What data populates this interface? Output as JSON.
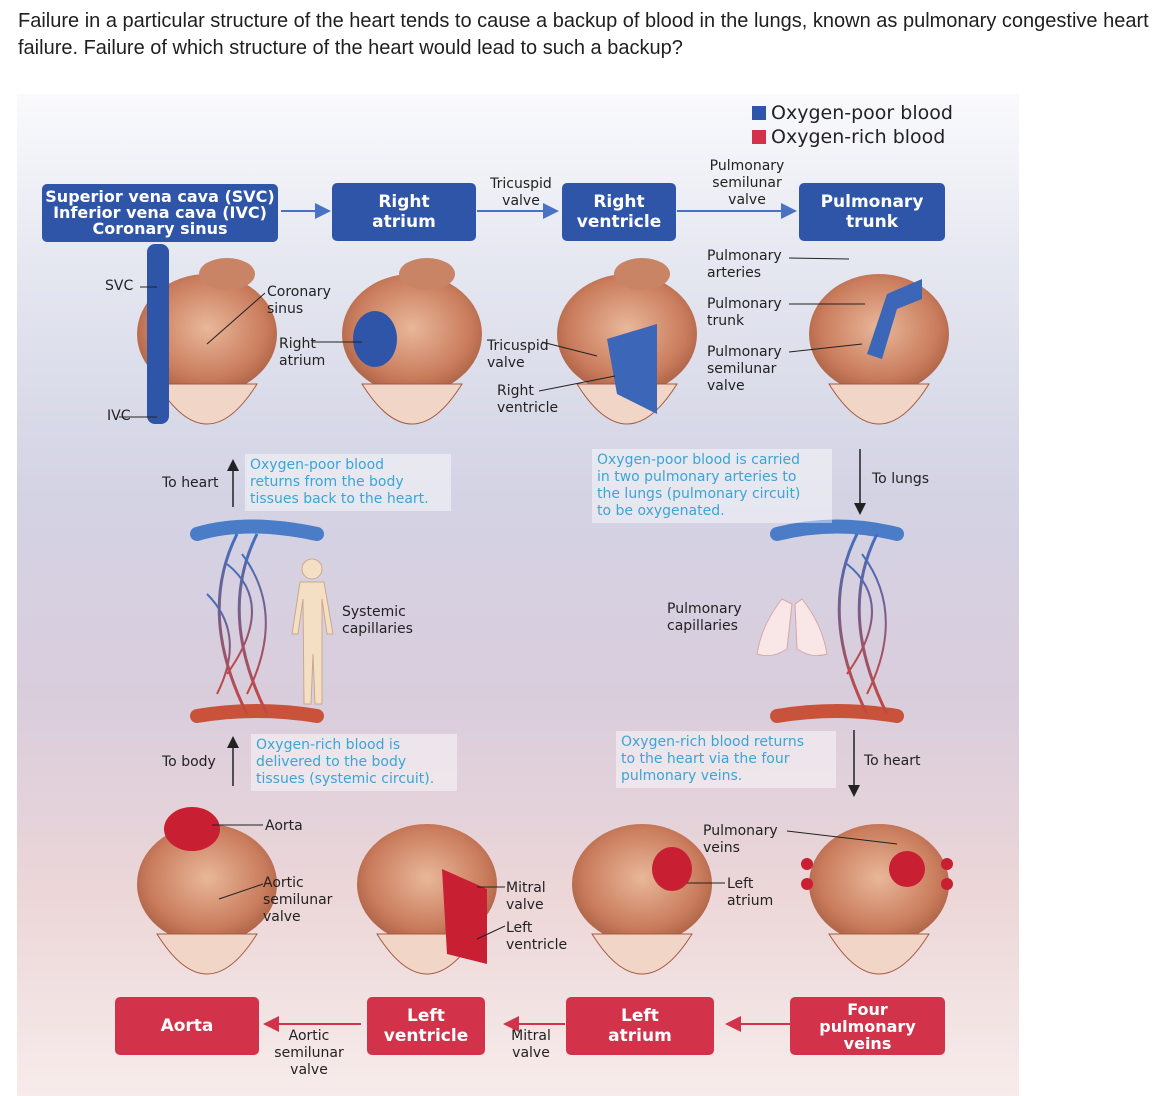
{
  "question": "Failure in a particular structure of the heart tends to cause a backup of blood in the lungs, known as pulmonary congestive heart failure. Failure of which structure of the heart would lead to such a backup?",
  "legend": {
    "poor": {
      "label": "Oxygen-poor blood",
      "color": "#2f55a8"
    },
    "rich": {
      "label": "Oxygen-rich blood",
      "color": "#d2334a"
    }
  },
  "top_row": {
    "svc_box": [
      "Superior vena cava (SVC)",
      "Inferior vena cava (IVC)",
      "Coronary sinus"
    ],
    "right_atrium": [
      "Right",
      "atrium"
    ],
    "tricuspid": [
      "Tricuspid",
      "valve"
    ],
    "right_ventricle": [
      "Right",
      "ventricle"
    ],
    "pulm_semilunar": [
      "Pulmonary",
      "semilunar",
      "valve"
    ],
    "pulm_trunk": [
      "Pulmonary",
      "trunk"
    ]
  },
  "top_labels": {
    "svc": "SVC",
    "ivc": "IVC",
    "coronary_sinus": [
      "Coronary",
      "sinus"
    ],
    "right_atrium": [
      "Right",
      "atrium"
    ],
    "tricuspid": [
      "Tricuspid",
      "valve"
    ],
    "right_ventricle": [
      "Right",
      "ventricle"
    ],
    "pulm_arteries": [
      "Pulmonary",
      "arteries"
    ],
    "pulm_trunk": [
      "Pulmonary",
      "trunk"
    ],
    "pulm_semilunar": [
      "Pulmonary",
      "semilunar",
      "valve"
    ]
  },
  "middle": {
    "to_heart_left": "To heart",
    "poor_returns": [
      "Oxygen-poor blood",
      "returns from the body",
      "tissues back to the heart."
    ],
    "poor_carried": [
      "Oxygen-poor blood is carried",
      "in two pulmonary arteries to",
      "the lungs (pulmonary circuit)",
      "to be oxygenated."
    ],
    "to_lungs": "To lungs",
    "systemic_capillaries": [
      "Systemic",
      "capillaries"
    ],
    "pulmonary_capillaries": [
      "Pulmonary",
      "capillaries"
    ],
    "to_body": "To body",
    "rich_delivered": [
      "Oxygen-rich blood is",
      "delivered to the body",
      "tissues (systemic circuit)."
    ],
    "rich_returns": [
      "Oxygen-rich blood returns",
      "to the heart via the four",
      "pulmonary veins."
    ],
    "to_heart_right": "To heart"
  },
  "bottom_labels": {
    "aorta": "Aorta",
    "aortic_semilunar": [
      "Aortic",
      "semilunar",
      "valve"
    ],
    "mitral": [
      "Mitral",
      "valve"
    ],
    "left_ventricle": [
      "Left",
      "ventricle"
    ],
    "pulm_veins": [
      "Pulmonary",
      "veins"
    ],
    "left_atrium": [
      "Left",
      "atrium"
    ]
  },
  "bottom_row": {
    "aorta": "Aorta",
    "aortic_semilunar": [
      "Aortic",
      "semilunar",
      "valve"
    ],
    "left_ventricle": [
      "Left",
      "ventricle"
    ],
    "mitral": [
      "Mitral",
      "valve"
    ],
    "left_atrium": [
      "Left",
      "atrium"
    ],
    "four_veins": [
      "Four",
      "pulmonary",
      "veins"
    ]
  }
}
